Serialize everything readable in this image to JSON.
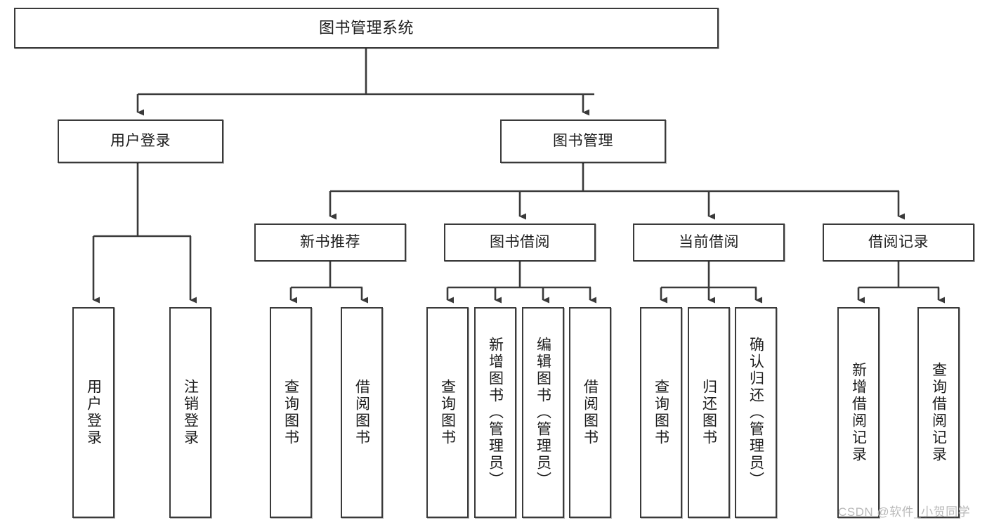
{
  "diagram": {
    "title": "图书管理系统",
    "type": "tree-hierarchy",
    "stroke_color": "#3a3a3a",
    "fill_color": "#ffffff",
    "text_color": "#1c1c1c"
  },
  "root": {
    "label": "图书管理系统"
  },
  "level1": [
    {
      "label": "用户登录"
    },
    {
      "label": "图书管理"
    }
  ],
  "level2": [
    {
      "label": "新书推荐"
    },
    {
      "label": "图书借阅"
    },
    {
      "label": "当前借阅"
    },
    {
      "label": "借阅记录"
    }
  ],
  "leaves": {
    "user_login": [
      {
        "label": "用户登录"
      },
      {
        "label": "注销登录"
      }
    ],
    "new_book_recommend": [
      {
        "label": "查询图书"
      },
      {
        "label": "借阅图书"
      }
    ],
    "book_borrow": [
      {
        "label": "查询图书"
      },
      {
        "label": "新增图书（管理员）"
      },
      {
        "label": "编辑图书（管理员）"
      },
      {
        "label": "借阅图书"
      }
    ],
    "current_borrow": [
      {
        "label": "查询图书"
      },
      {
        "label": "归还图书"
      },
      {
        "label": "确认归还（管理员）"
      }
    ],
    "borrow_record": [
      {
        "label": "新增借阅记录"
      },
      {
        "label": "查询借阅记录"
      }
    ]
  },
  "watermark": {
    "text": "CSDN @软件_小贺同学",
    "color": "#b9b9b9"
  }
}
